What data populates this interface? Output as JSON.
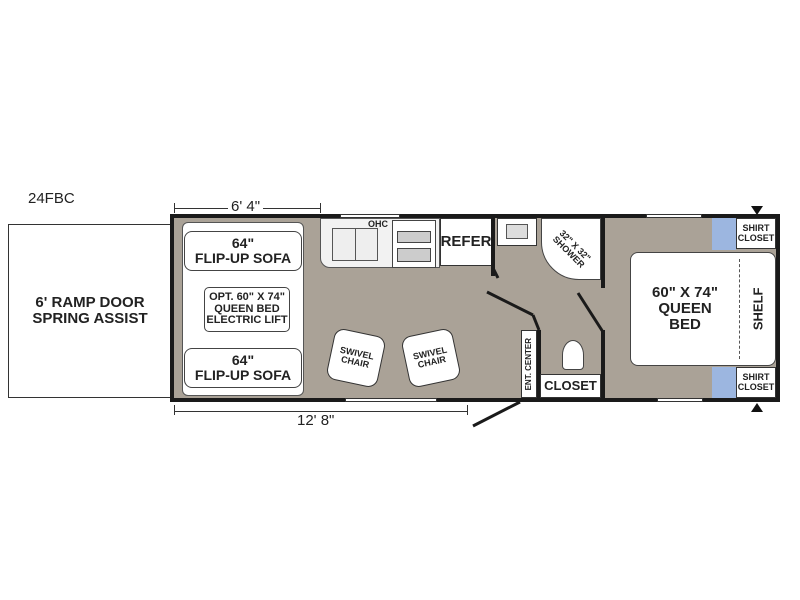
{
  "model": "24FBC",
  "ramp": {
    "line1": "6' RAMP DOOR",
    "line2": "SPRING ASSIST"
  },
  "dims": {
    "top": "6' 4\"",
    "bottom": "12' 8\""
  },
  "sofa_top": {
    "size": "64\"",
    "label": "FLIP-UP SOFA"
  },
  "sofa_bottom": {
    "size": "64\"",
    "label": "FLIP-UP SOFA"
  },
  "opt_bed": {
    "line1": "OPT. 60\" X 74\"",
    "line2": "QUEEN BED",
    "line3": "ELECTRIC LIFT"
  },
  "ohc": "OHC",
  "refer": "REFER",
  "chairs": [
    {
      "line1": "SWIVEL",
      "line2": "CHAIR"
    },
    {
      "line1": "SWIVEL",
      "line2": "CHAIR"
    }
  ],
  "shower": {
    "line1": "32\" X 32\"",
    "line2": "SHOWER"
  },
  "ent_center": "ENT. CENTER",
  "closet": "CLOSET",
  "bed": {
    "line1": "60\" X 74\"",
    "line2": "QUEEN",
    "line3": "BED"
  },
  "shelf": "SHELF",
  "shirt_closets": [
    {
      "line1": "SHIRT",
      "line2": "CLOSET"
    },
    {
      "line1": "SHIRT",
      "line2": "CLOSET"
    }
  ],
  "colors": {
    "floor": "#aaa297",
    "accent": "#9cb6e0"
  }
}
